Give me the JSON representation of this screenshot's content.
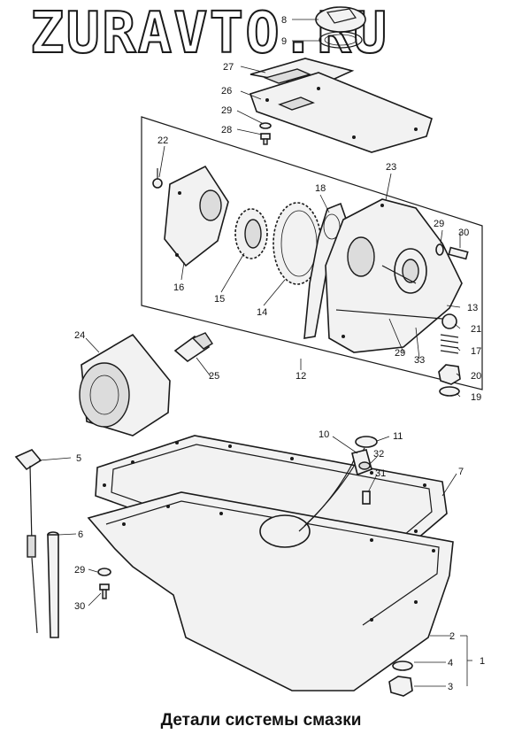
{
  "watermark": "ZURAVTO.RU",
  "caption": "Детали системы смазки",
  "callouts": [
    "1",
    "2",
    "3",
    "4",
    "5",
    "6",
    "7",
    "8",
    "9",
    "10",
    "11",
    "12",
    "13",
    "14",
    "15",
    "16",
    "17",
    "18",
    "19",
    "20",
    "21",
    "22",
    "23",
    "24",
    "25",
    "26",
    "27",
    "28",
    "29",
    "30",
    "31",
    "32",
    "33"
  ],
  "callout_29b": "29",
  "callout_29c": "29",
  "callout_30b": "30"
}
